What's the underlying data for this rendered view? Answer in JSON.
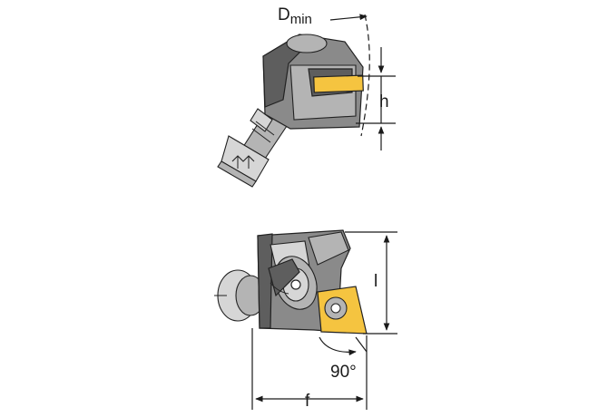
{
  "labels": {
    "dmin_main": "D",
    "dmin_sub": "min",
    "h": "h",
    "l": "l",
    "angle": "90°",
    "f": "f"
  },
  "colors": {
    "insert": "#f5c440",
    "body_dark": "#5e5e5e",
    "body_mid": "#8a8a8a",
    "body_light": "#b4b4b4",
    "line": "#1a1a1a"
  }
}
